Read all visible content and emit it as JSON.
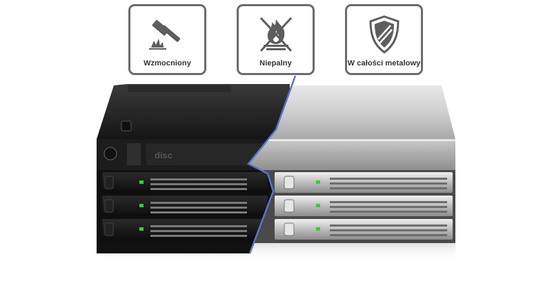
{
  "features": [
    {
      "label": "Wzmocniony",
      "icon": "hammer-icon"
    },
    {
      "label": "Niepalny",
      "icon": "fireproof-icon"
    },
    {
      "label": "W całości metalowy",
      "icon": "shield-icon"
    }
  ],
  "product": {
    "front_label": "disc",
    "bays": 3,
    "led_color": "#35d03a",
    "split_line_color": "#5a73c8"
  }
}
